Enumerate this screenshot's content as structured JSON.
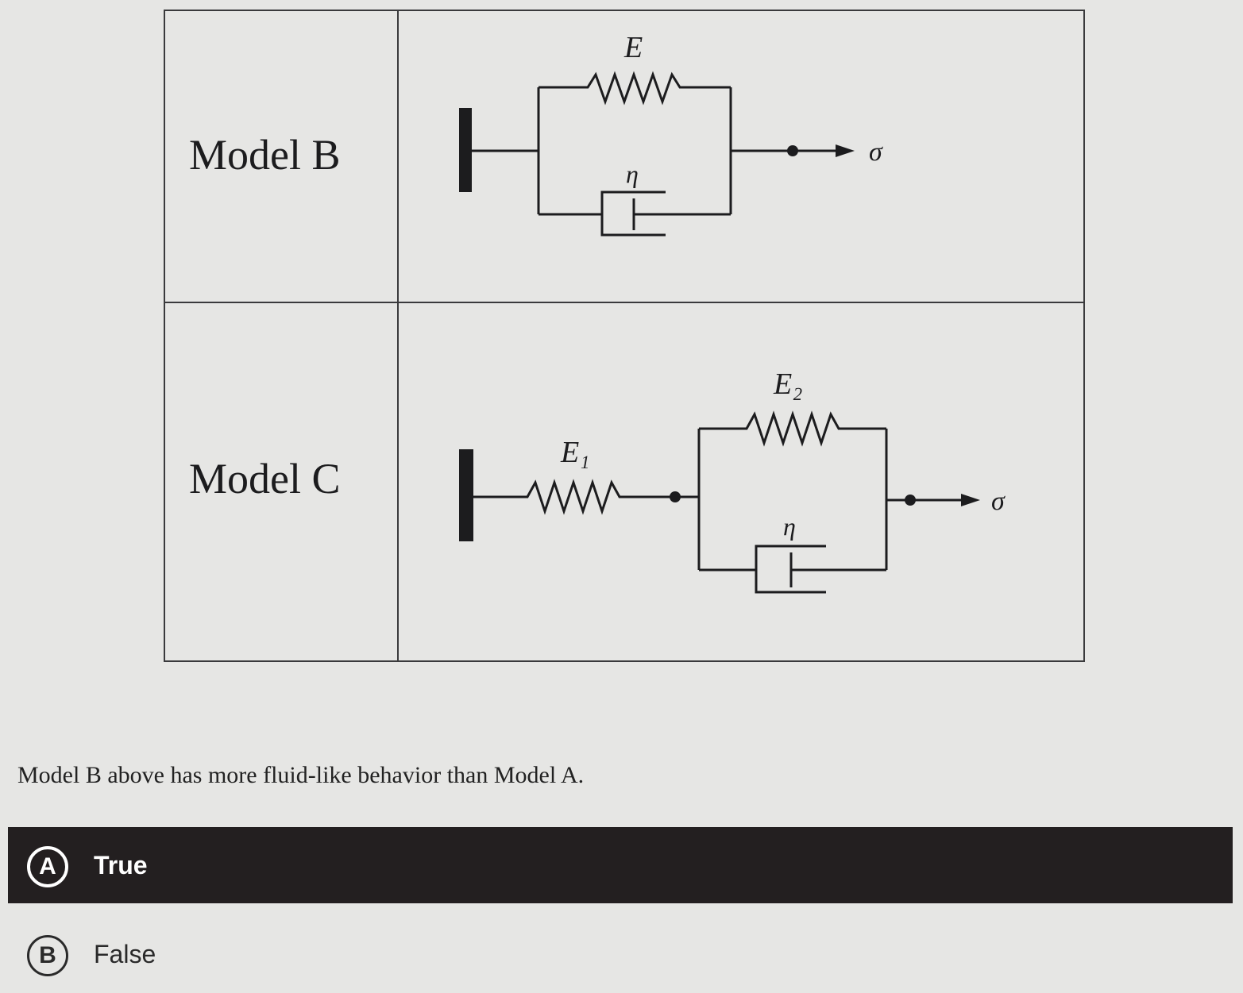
{
  "table": {
    "rows": [
      {
        "label": "Model B",
        "diagram": {
          "spring_label": "E",
          "dashpot_label": "η",
          "stress_label": "σ"
        }
      },
      {
        "label": "Model C",
        "diagram": {
          "spring1_label": "E₁",
          "spring2_label": "E₂",
          "dashpot_label": "η",
          "stress_label": "σ"
        }
      }
    ]
  },
  "question": {
    "text": "Model B above has more fluid-like behavior than Model A."
  },
  "options": [
    {
      "letter": "A",
      "label": "True",
      "selected": true
    },
    {
      "letter": "B",
      "label": "False",
      "selected": false
    }
  ],
  "colors": {
    "selected_bg": "#231f20",
    "page_bg": "#e6e6e4",
    "ink": "#1c1c1e"
  }
}
